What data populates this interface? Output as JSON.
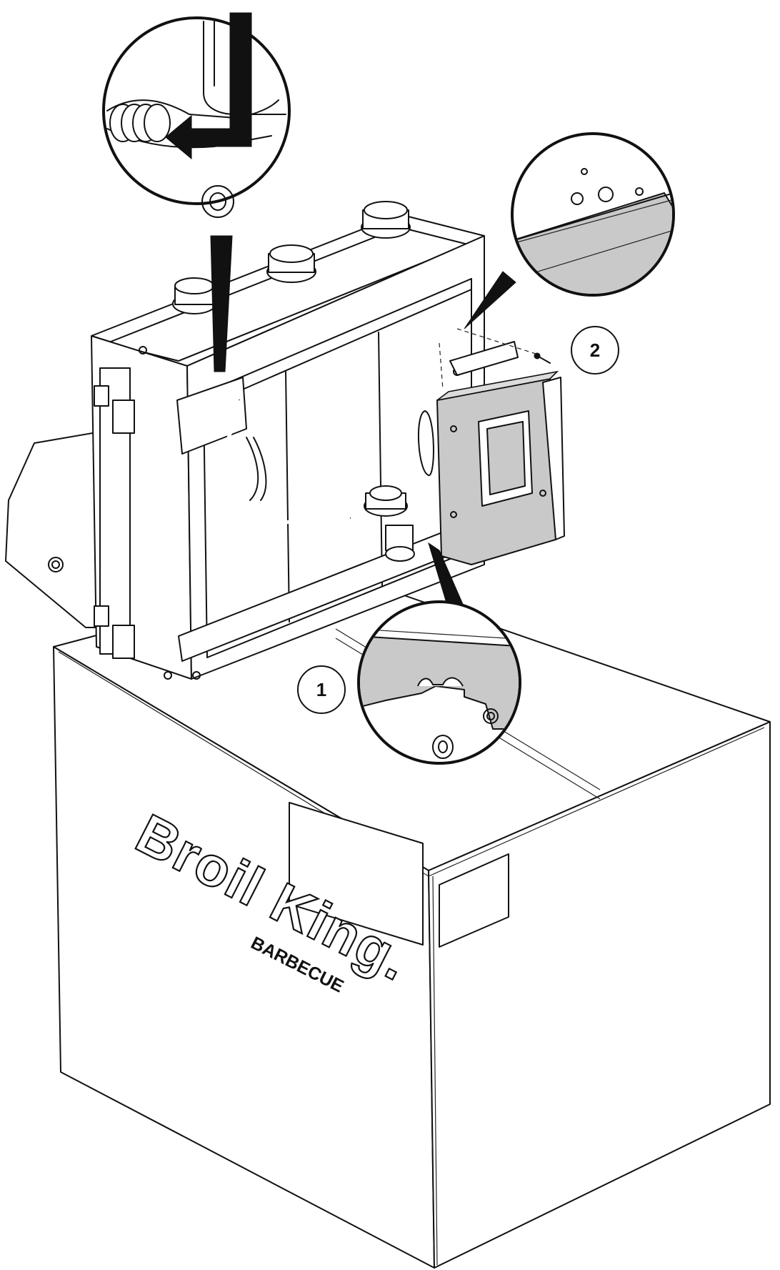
{
  "callouts": [
    {
      "id": "1",
      "label": "1"
    },
    {
      "id": "2",
      "label": "2"
    }
  ],
  "box": {
    "brand_name": "Broil King.",
    "brand_sub": "BARBECUE"
  }
}
